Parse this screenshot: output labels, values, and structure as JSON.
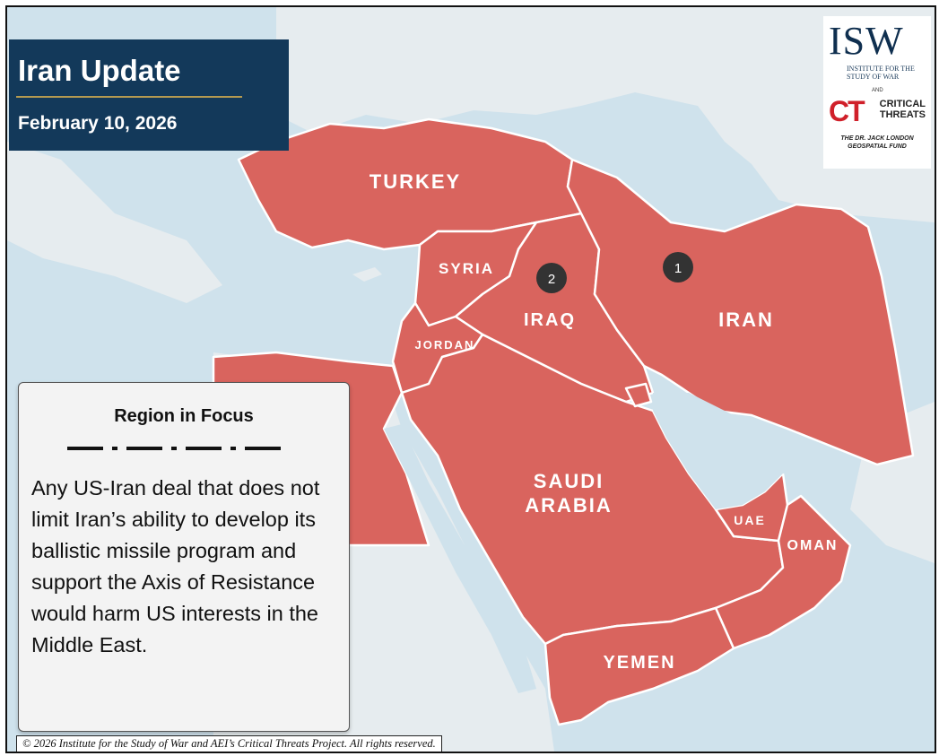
{
  "header": {
    "title": "Iran Update",
    "date": "February 10, 2026"
  },
  "logo": {
    "isw": "ISW",
    "isw_subtitle": "INSTITUTE FOR THE STUDY OF WAR",
    "and": "AND",
    "ct": "CT",
    "ct_words": "CRITICAL THREATS",
    "fund": "THE DR. JACK LONDON GEOSPATIAL FUND"
  },
  "map": {
    "colors": {
      "water": "#cfe2ec",
      "land": "#e6ecef",
      "highlight": "#d9645e",
      "border": "#ffffff",
      "marker": "#333333"
    },
    "labels": {
      "turkey": "TURKEY",
      "syria": "SYRIA",
      "iraq": "IRAQ",
      "iran": "IRAN",
      "jordan": "JORDAN",
      "saudi_1": "SAUDI",
      "saudi_2": "ARABIA",
      "uae": "UAE",
      "oman": "OMAN",
      "yemen": "YEMEN"
    },
    "markers": [
      "1",
      "2"
    ]
  },
  "focus": {
    "heading": "Region in Focus",
    "body": "Any US-Iran deal that does not limit Iran’s ability to develop its ballistic missile program and support the Axis of Resistance would harm US interests in the Middle East."
  },
  "footer": "© 2026 Institute for the Study of War and AEI’s Critical Threats Project. All rights reserved."
}
